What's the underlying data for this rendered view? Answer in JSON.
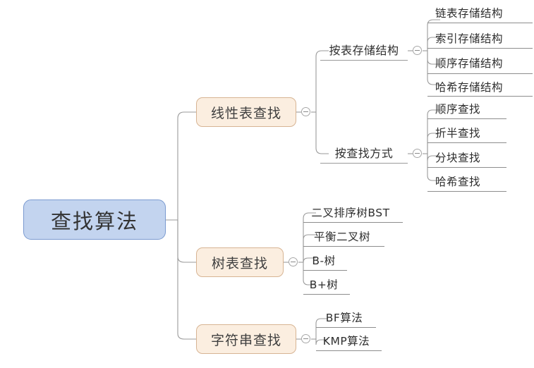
{
  "diagram": {
    "title": "查找算法",
    "type": "mindmap",
    "colors": {
      "root_fill": "#c3d4ef",
      "root_border": "#7a9ad0",
      "branch_fill": "#fbeee0",
      "branch_border": "#d7b493",
      "connector": "#9a9a9a",
      "text": "#2e2e2e",
      "background": "#ffffff"
    },
    "root": {
      "label": "查找算法"
    },
    "branches": [
      {
        "label": "线性表查找",
        "groups": [
          {
            "label": "按表存储结构",
            "leaves": [
              {
                "label": "链表存储结构"
              },
              {
                "label": "索引存储结构"
              },
              {
                "label": "顺序存储结构"
              },
              {
                "label": "哈希存储结构"
              }
            ]
          },
          {
            "label": "按查找方式",
            "leaves": [
              {
                "label": "顺序查找"
              },
              {
                "label": "折半查找"
              },
              {
                "label": "分块查找"
              },
              {
                "label": "哈希查找"
              }
            ]
          }
        ]
      },
      {
        "label": "树表查找",
        "leaves": [
          {
            "label": "二叉排序树BST"
          },
          {
            "label": "平衡二叉树"
          },
          {
            "label": "B-树"
          },
          {
            "label": "B+树"
          }
        ]
      },
      {
        "label": "字符串查找",
        "leaves": [
          {
            "label": "BF算法"
          },
          {
            "label": "KMP算法"
          }
        ]
      }
    ],
    "toggles": [
      {
        "name": "toggle-linear-search"
      },
      {
        "name": "toggle-by-storage-structure"
      },
      {
        "name": "toggle-by-search-method"
      },
      {
        "name": "toggle-tree-search"
      },
      {
        "name": "toggle-string-search"
      }
    ]
  }
}
